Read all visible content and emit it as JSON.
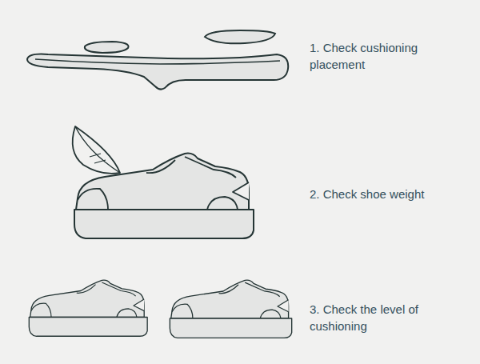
{
  "diagram": {
    "labels": [
      "1. Check cushioning placement",
      "2. Check shoe weight",
      "3. Check the level of cushioning"
    ]
  }
}
